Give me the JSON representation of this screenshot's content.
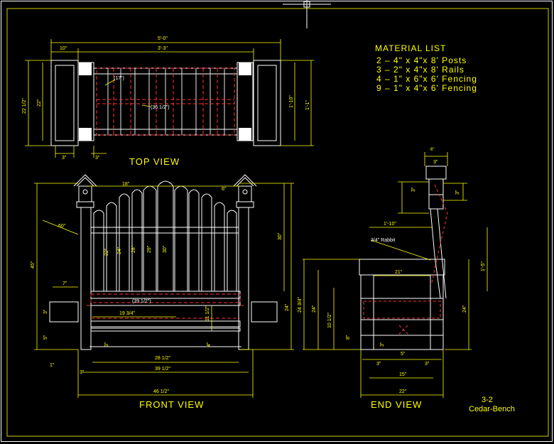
{
  "views": {
    "top": "TOP VIEW",
    "front": "FRONT VIEW",
    "end": "END VIEW"
  },
  "material_list": {
    "title": "MATERIAL LIST",
    "items": [
      "2 – 4\" x 4\"x 8' Posts",
      "3 – 2\" x 4\"x 8' Rails",
      "4 – 1\" x 6\"x 6' Fencing",
      "9 – 1\" x 4\"x 6' Fencing"
    ]
  },
  "title_block": {
    "number": "3-2",
    "name": "Cedar-Bench"
  },
  "top_dims": {
    "overall": "5'-0\"",
    "inner": "3'-3\"",
    "end_width": "10\"",
    "depth_left": "22 1/2\"",
    "depth_inner": "22\"",
    "depth_right_a": "1'-10\"",
    "depth_right_b": "1'-1\"",
    "picket_17": "(17\")",
    "picket_36": "(36 1/2\")",
    "post_a": "3\"",
    "post_b": "3\""
  },
  "front_dims": {
    "arch": "18\"",
    "angle": "60°",
    "height_total": "45\"",
    "height_back": "30\"",
    "height_seat": "24\"",
    "arm": "7\"",
    "pickets": [
      "22\"",
      "24\"",
      "28\"",
      "29\"",
      "30\""
    ],
    "seat_inner": "(39 1/2\")",
    "rail": "19 3/4\"",
    "rail_ht": "11 1/2\"",
    "gap_l": "3\"",
    "gap_r": "4\"",
    "w_inner": "28 1/2\"",
    "w_mid": "39 1/2\"",
    "w_total": "46 1/2\"",
    "small_a": "3\"",
    "small_b": "5\"",
    "small_c": "1\"",
    "small_d": "3\"",
    "small_e": "6\""
  },
  "end_dims": {
    "top": "6\"",
    "top_in": "3\"",
    "ht_a": "3\"",
    "ht_b": "3\"",
    "rail_len": "1'-10\"",
    "rabbit": "3/4\" Rabbit",
    "h_right": "1'-5\"",
    "seat_w": "21\"",
    "h_total": "24 3/4\"",
    "h_seat": "24\"",
    "h_leg": "10 1/2\"",
    "h_low": "8\"",
    "h_r": "24\"",
    "foot_a": "3\"",
    "foot_b": "3\"",
    "foot_c": "3\"",
    "foot_d": "5\"",
    "base_in": "15\"",
    "base_out": "22\""
  }
}
